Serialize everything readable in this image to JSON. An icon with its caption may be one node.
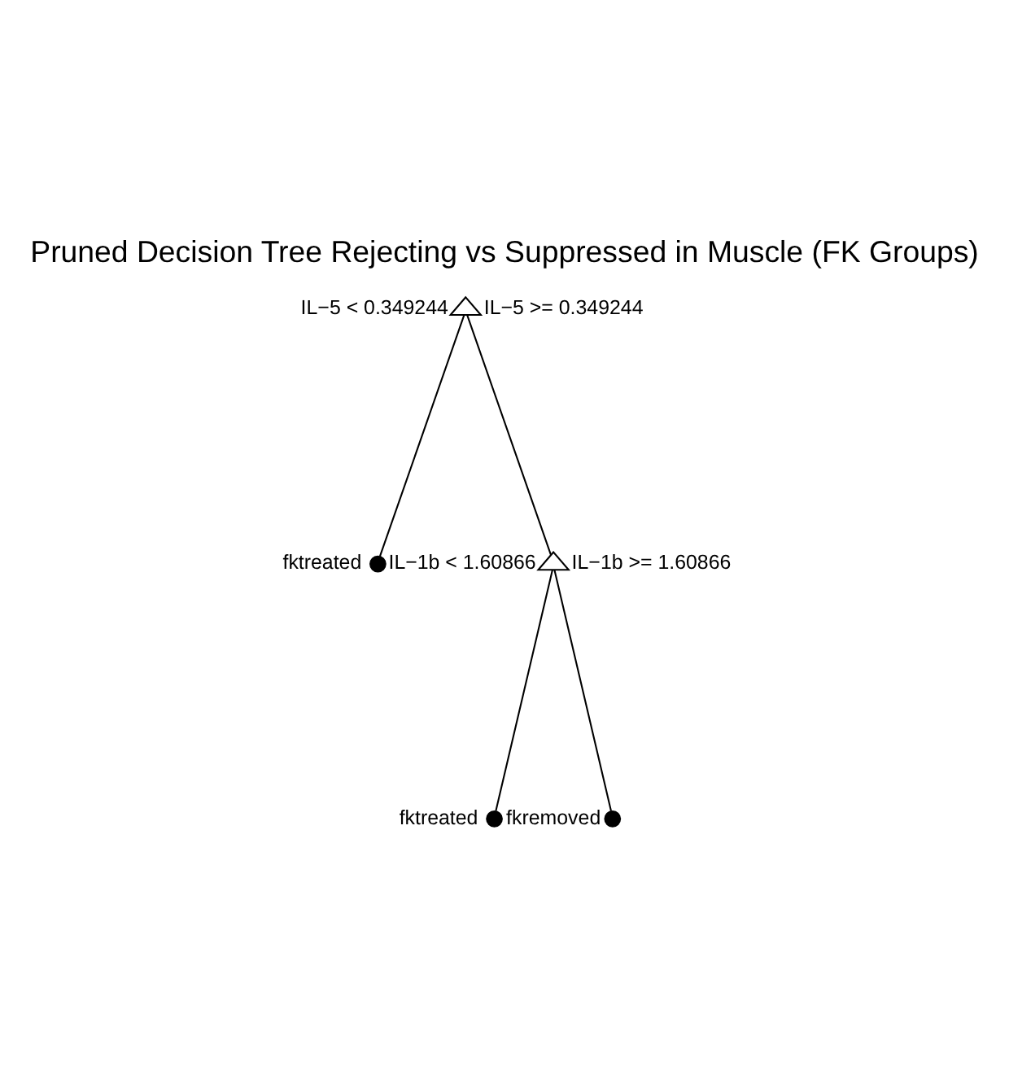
{
  "diagram": {
    "title": "Pruned Decision Tree Rejecting vs Suppressed in Muscle (FK Groups)",
    "nodes": [
      {
        "text": [],
        "shape": "triangle",
        "beside": [
          "IL−5 < 0.349244",
          "IL−5 >= 0.349244"
        ]
      },
      {
        "text": [],
        "shape": "circle",
        "beside": [
          "fktreated"
        ]
      },
      {
        "text": [],
        "shape": "triangle",
        "beside": [
          "IL−1b < 1.60866",
          "IL−1b >= 1.60866"
        ]
      },
      {
        "text": [],
        "shape": "circle",
        "beside": [
          "fktreated"
        ]
      },
      {
        "text": [],
        "shape": "circle",
        "beside": [
          "fkremoved"
        ]
      }
    ],
    "edges": [
      {
        "from": 0,
        "to": 1,
        "arrow": "none"
      },
      {
        "from": 0,
        "to": 2,
        "arrow": "none"
      },
      {
        "from": 2,
        "to": 3,
        "arrow": "none"
      },
      {
        "from": 2,
        "to": 4,
        "arrow": "none"
      }
    ]
  }
}
